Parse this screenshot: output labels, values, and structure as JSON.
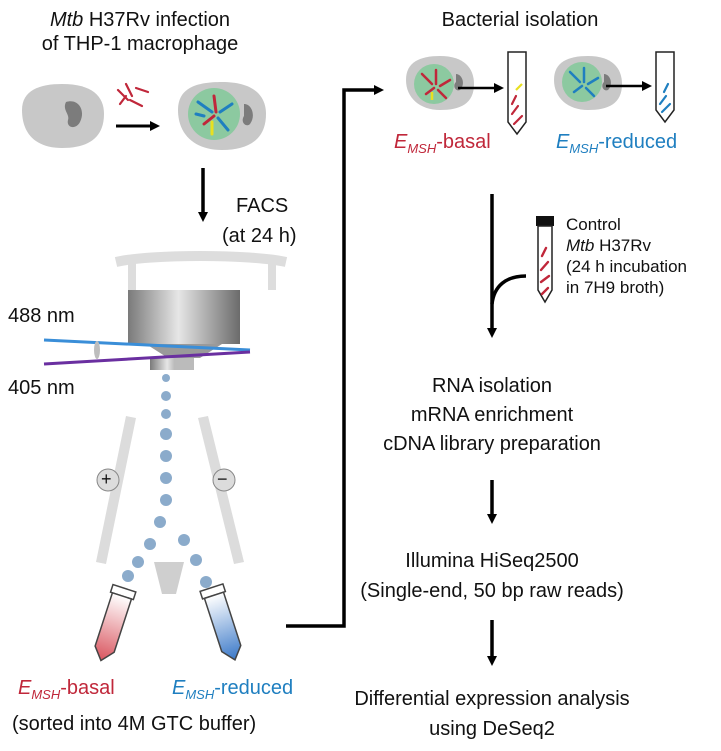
{
  "infection": {
    "title_italic": "Mtb",
    "title_rest": " H37Rv infection",
    "title_line2": "of THP-1 macrophage"
  },
  "facs": {
    "label": "FACS",
    "time": "(at 24 h)",
    "laser_488": "488 nm",
    "laser_405": "405 nm",
    "plus": "+",
    "minus": "−"
  },
  "sorted": {
    "basal_E": "E",
    "basal_sub": "MSH",
    "basal_suffix": "-basal",
    "reduced_E": "E",
    "reduced_sub": "MSH",
    "reduced_suffix": "-reduced",
    "buffer_note": "(sorted into 4M GTC buffer)"
  },
  "isolation": {
    "title": "Bacterial isolation",
    "basal_E": "E",
    "basal_sub": "MSH",
    "basal_suffix": "-basal",
    "reduced_E": "E",
    "reduced_sub": "MSH",
    "reduced_suffix": "-reduced"
  },
  "control": {
    "line1": "Control",
    "line2_italic": "Mtb",
    "line2_rest": " H37Rv",
    "line3": "(24 h incubation",
    "line4": "in 7H9 broth)"
  },
  "pipeline": {
    "step1_l1": "RNA isolation",
    "step1_l2": "mRNA enrichment",
    "step1_l3": "cDNA library preparation",
    "step2_l1": "Illumina HiSeq2500",
    "step2_l2": "(Single-end, 50 bp raw reads)",
    "step3_l1": "Differential expression analysis",
    "step3_l2": "using DeSeq2"
  },
  "colors": {
    "basal_red": "#c0273a",
    "reduced_blue": "#1f7fc0",
    "cell_gray": "#c8c8c8",
    "green_fill": "#8cc9a0"
  }
}
